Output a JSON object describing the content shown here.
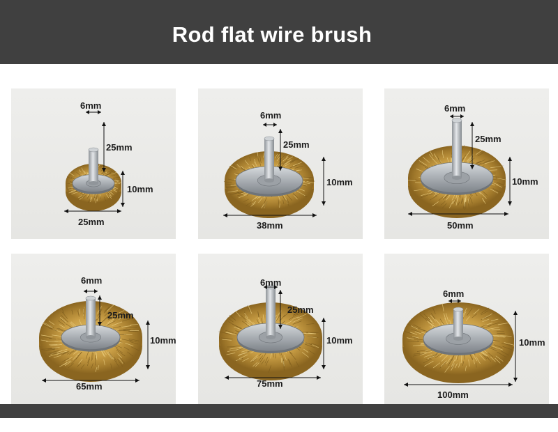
{
  "header": {
    "title": "Rod flat wire brush"
  },
  "colors": {
    "header_bg": "#404040",
    "tile_bg": "#eeeeec",
    "brass": "#b48a2e"
  },
  "products": [
    {
      "shank": "6mm",
      "length": "25mm",
      "thickness": "10mm",
      "diameter": "25mm"
    },
    {
      "shank": "6mm",
      "length": "25mm",
      "thickness": "10mm",
      "diameter": "38mm"
    },
    {
      "shank": "6mm",
      "length": "25mm",
      "thickness": "10mm",
      "diameter": "50mm"
    },
    {
      "shank": "6mm",
      "length": "25mm",
      "thickness": "10mm",
      "diameter": "65mm"
    },
    {
      "shank": "6mm",
      "length": "25mm",
      "thickness": "10mm",
      "diameter": "75mm"
    },
    {
      "shank": "6mm",
      "thickness": "10mm",
      "diameter": "100mm"
    }
  ]
}
